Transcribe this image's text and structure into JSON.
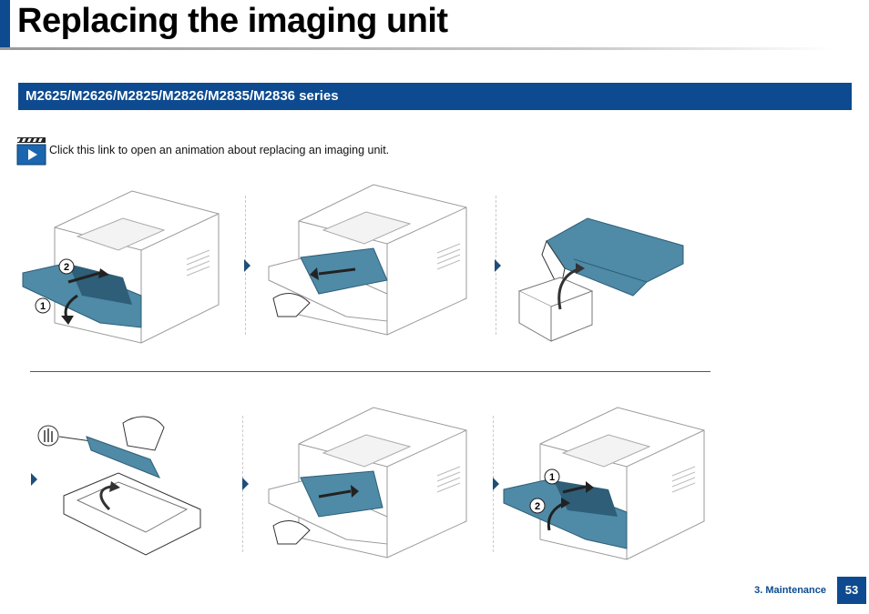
{
  "page": {
    "title": "Replacing the imaging unit",
    "section_heading": "M2625/M2626/M2825/M2826/M2835/M2836 series",
    "animation_link_text": "Click this link to open an animation about replacing an imaging unit.",
    "footer_chapter": "3. Maintenance",
    "page_number": "53"
  },
  "steps": [
    {
      "labels": [
        "2",
        "1"
      ]
    },
    {
      "labels": []
    },
    {
      "labels": []
    },
    {
      "labels": []
    },
    {
      "labels": []
    },
    {
      "labels": [
        "1",
        "2"
      ]
    }
  ],
  "icons": {
    "animation": "clapperboard-play-icon",
    "step_arrow": "triangle-right-icon",
    "warning": "hand-caution-icon"
  },
  "colors": {
    "brand_blue": "#0d4a8f",
    "part_teal": "#4f8aa6",
    "part_dark": "#2e5e78"
  }
}
